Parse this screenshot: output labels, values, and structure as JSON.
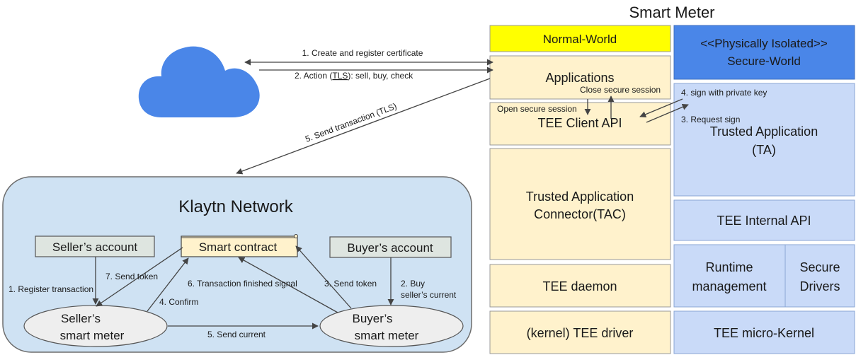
{
  "smart_meter": {
    "title": "Smart Meter",
    "normal_world": "Normal-World",
    "secure_world": [
      "<<Physically Isolated>>",
      "Secure-World"
    ],
    "applications": "Applications",
    "tee_client_api": "TEE Client API",
    "tac": [
      "Trusted Application",
      "Connector(TAC)"
    ],
    "tee_daemon": "TEE daemon",
    "tee_driver": "(kernel) TEE driver",
    "trusted_application": [
      "Trusted Application",
      "(TA)"
    ],
    "tee_internal_api": "TEE Internal API",
    "runtime_management": [
      "Runtime",
      "management"
    ],
    "secure_drivers": [
      "Secure",
      "Drivers"
    ],
    "tee_micro_kernel": "TEE micro-Kernel",
    "close_session": "Close secure session",
    "open_session": "Open secure session",
    "sign_private_key": "4. sign with private key",
    "request_sign": "3. Request sign"
  },
  "cloud_links": {
    "create_certificate": "1. Create and register certificate",
    "action_prefix": "2. Action (",
    "action_tls": "TLS",
    "action_suffix": "): sell, buy, check",
    "send_transaction": "5. Send transaction (TLS)"
  },
  "klaytn": {
    "title": "Klaytn Network",
    "smart_contract": "Smart contract",
    "seller_account": "Seller’s account",
    "buyer_account": "Buyer’s account",
    "seller_meter": [
      "Seller’s",
      "smart meter"
    ],
    "buyer_meter": [
      "Buyer’s",
      "smart meter"
    ],
    "register_transaction": "1. Register transaction",
    "send_token_7": "7. Send token",
    "confirm": "4. Confirm",
    "transaction_finished": "6. Transaction finished signal",
    "send_token_3": "3. Send token",
    "buy_current": [
      "2. Buy",
      "seller’s current"
    ],
    "send_current": "5. Send current"
  },
  "colors": {
    "normal_world": "#ffff00",
    "secure_world": "#4a86e8",
    "normal_box": "#fff2cc",
    "secure_box": "#c9daf8",
    "network_bg": "#cfe2f3",
    "cloud": "#4a86e8",
    "contract": "#fff2cc",
    "account": "#dee5e0",
    "meter": "#eeeeee"
  }
}
